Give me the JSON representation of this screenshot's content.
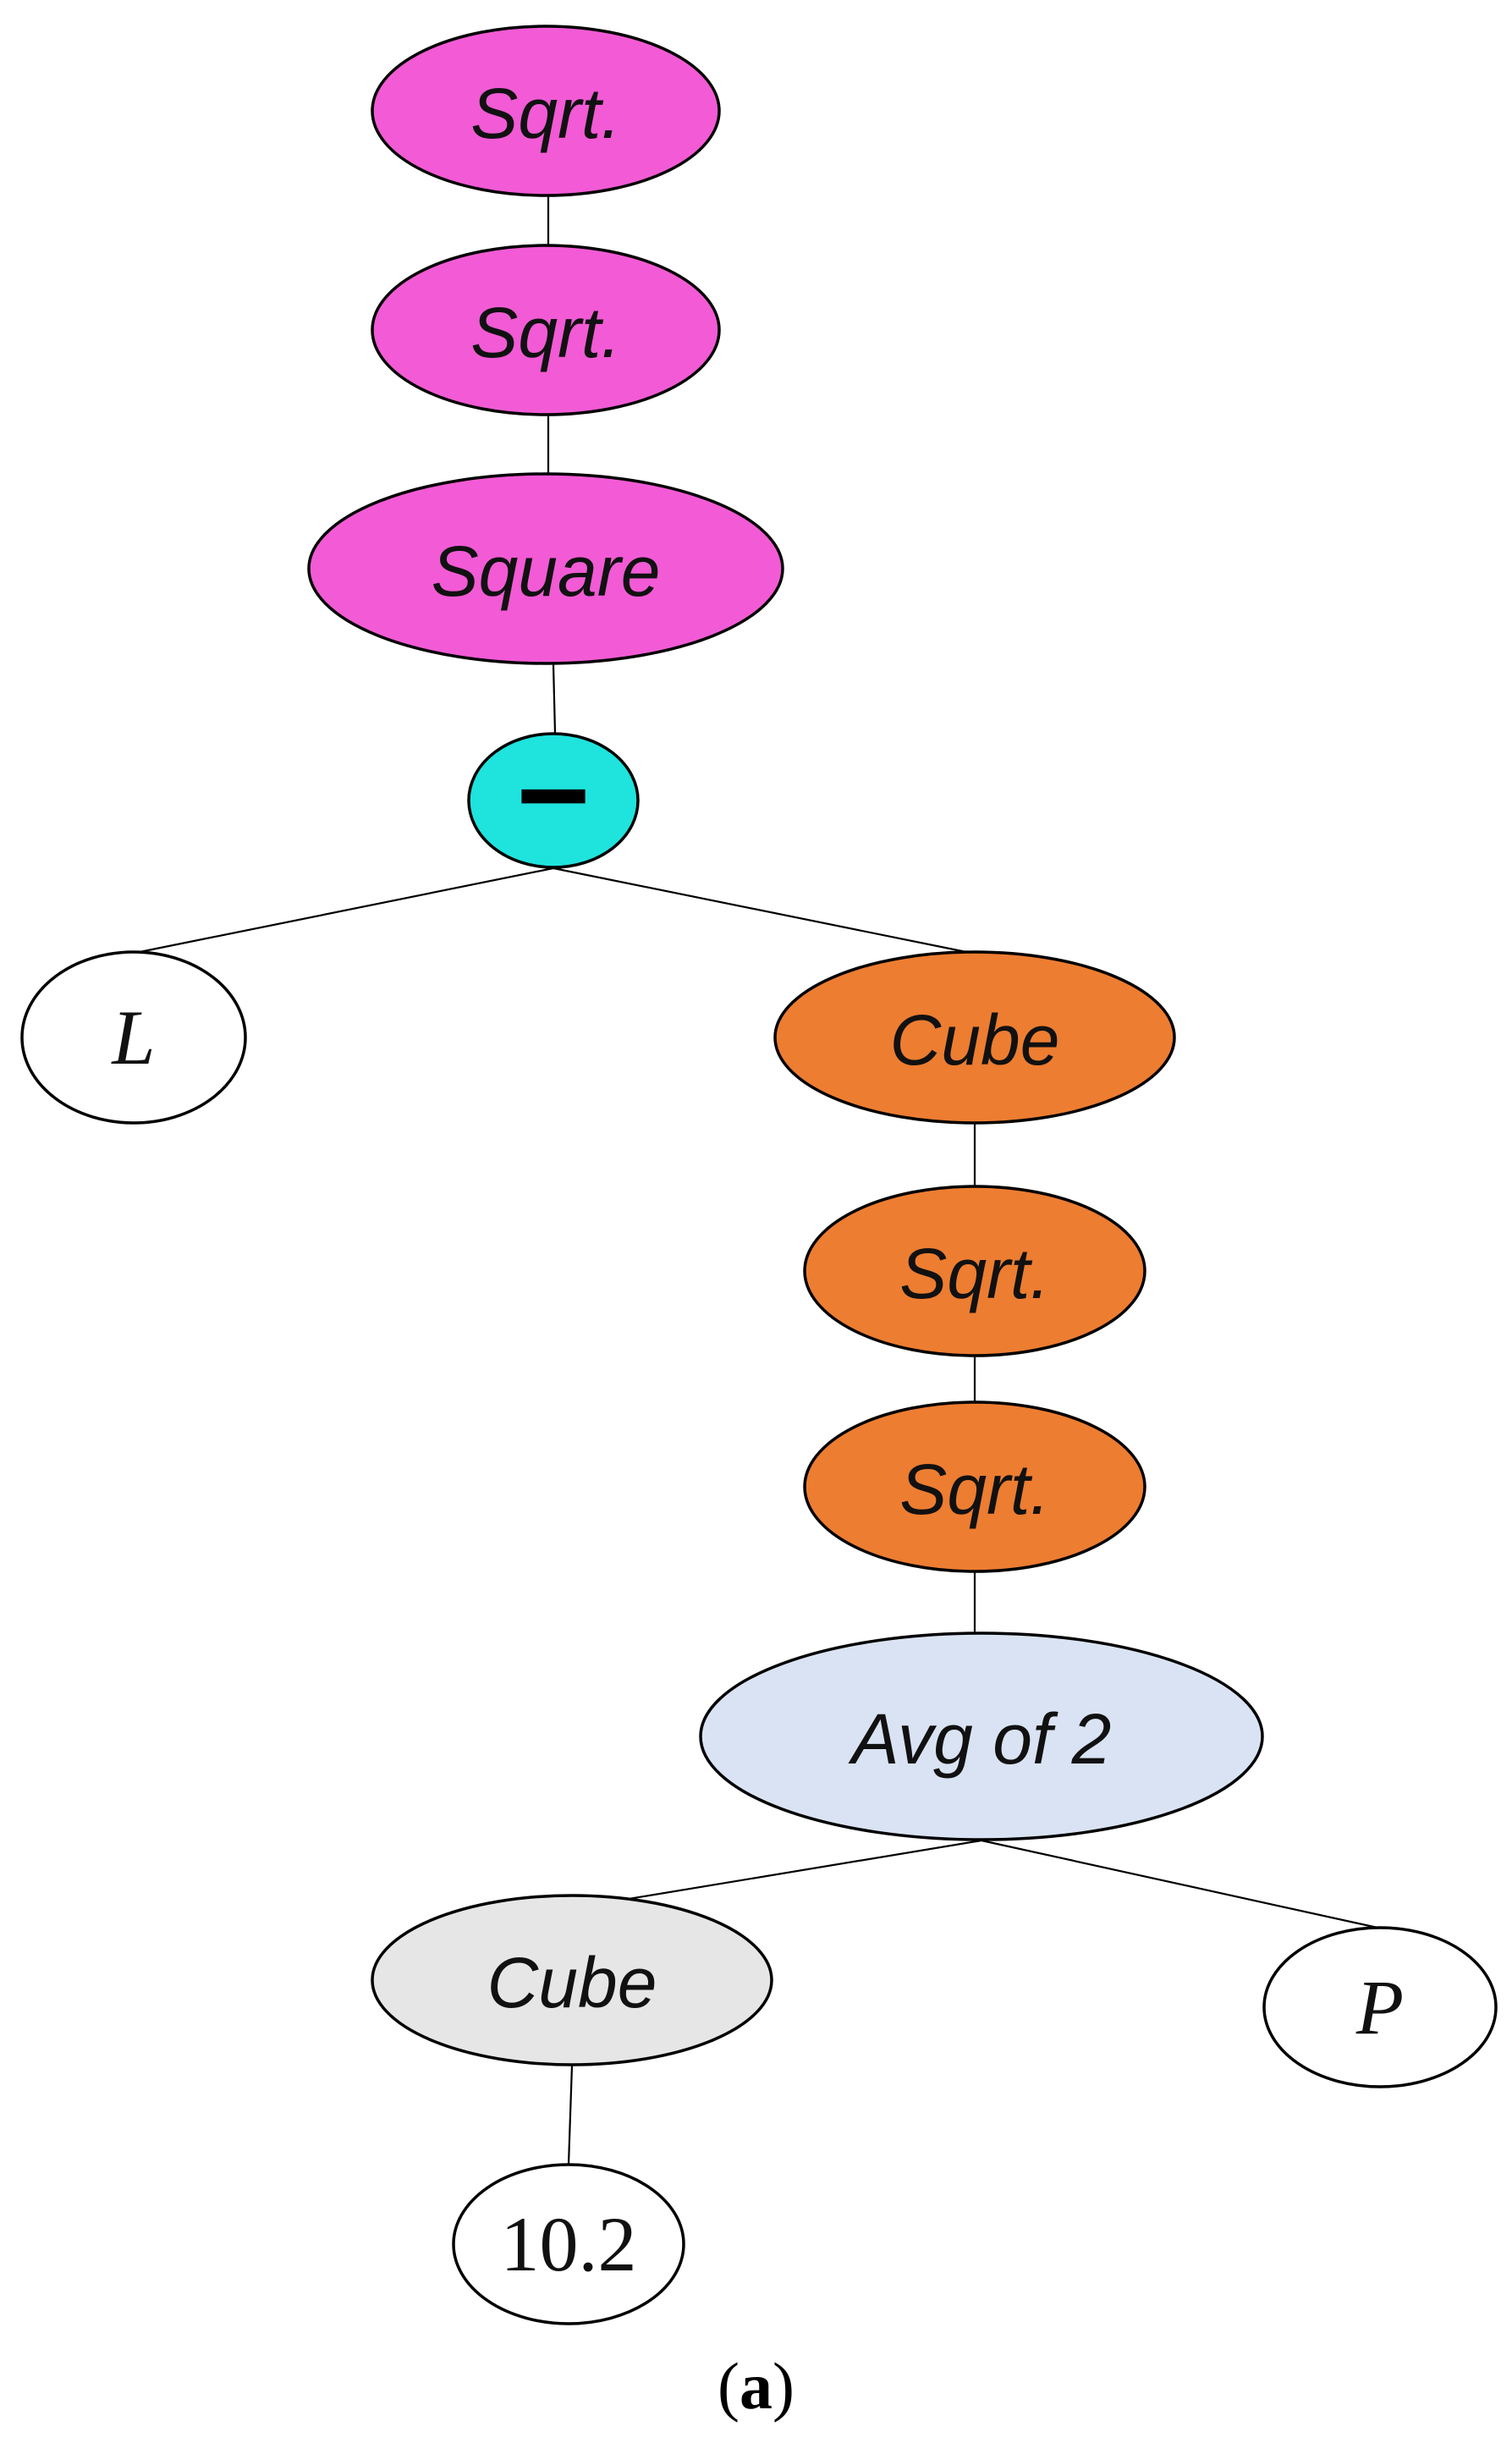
{
  "diagram": {
    "nodes": [
      {
        "id": "n1",
        "label": "Sqrt.",
        "fill": "#f25bd5",
        "font": "calibri"
      },
      {
        "id": "n2",
        "label": "Sqrt.",
        "fill": "#f25bd5",
        "font": "calibri"
      },
      {
        "id": "n3",
        "label": "Square",
        "fill": "#f25bd5",
        "font": "calibri"
      },
      {
        "id": "n4",
        "label": "−",
        "fill": "#1fe3dd",
        "font": "op"
      },
      {
        "id": "n5",
        "label": "L",
        "fill": "#ffffff",
        "font": "serif"
      },
      {
        "id": "n6",
        "label": "Cube",
        "fill": "#ed7d31",
        "font": "calibri"
      },
      {
        "id": "n7",
        "label": "Sqrt.",
        "fill": "#ed7d31",
        "font": "calibri"
      },
      {
        "id": "n8",
        "label": "Sqrt.",
        "fill": "#ed7d31",
        "font": "calibri"
      },
      {
        "id": "n9",
        "label": "Avg of 2",
        "fill": "#dae3f3",
        "font": "calibri"
      },
      {
        "id": "n10",
        "label": "Cube",
        "fill": "#e7e6e6",
        "font": "calibri"
      },
      {
        "id": "n11",
        "label": "P",
        "fill": "#ffffff",
        "font": "serif"
      },
      {
        "id": "n12",
        "label": "10.2",
        "fill": "#ffffff",
        "font": "num"
      }
    ],
    "edges": [
      [
        "n1",
        "n2"
      ],
      [
        "n2",
        "n3"
      ],
      [
        "n3",
        "n4"
      ],
      [
        "n4",
        "n5"
      ],
      [
        "n4",
        "n6"
      ],
      [
        "n6",
        "n7"
      ],
      [
        "n7",
        "n8"
      ],
      [
        "n8",
        "n9"
      ],
      [
        "n9",
        "n10"
      ],
      [
        "n9",
        "n11"
      ],
      [
        "n10",
        "n12"
      ]
    ]
  },
  "caption": "a"
}
